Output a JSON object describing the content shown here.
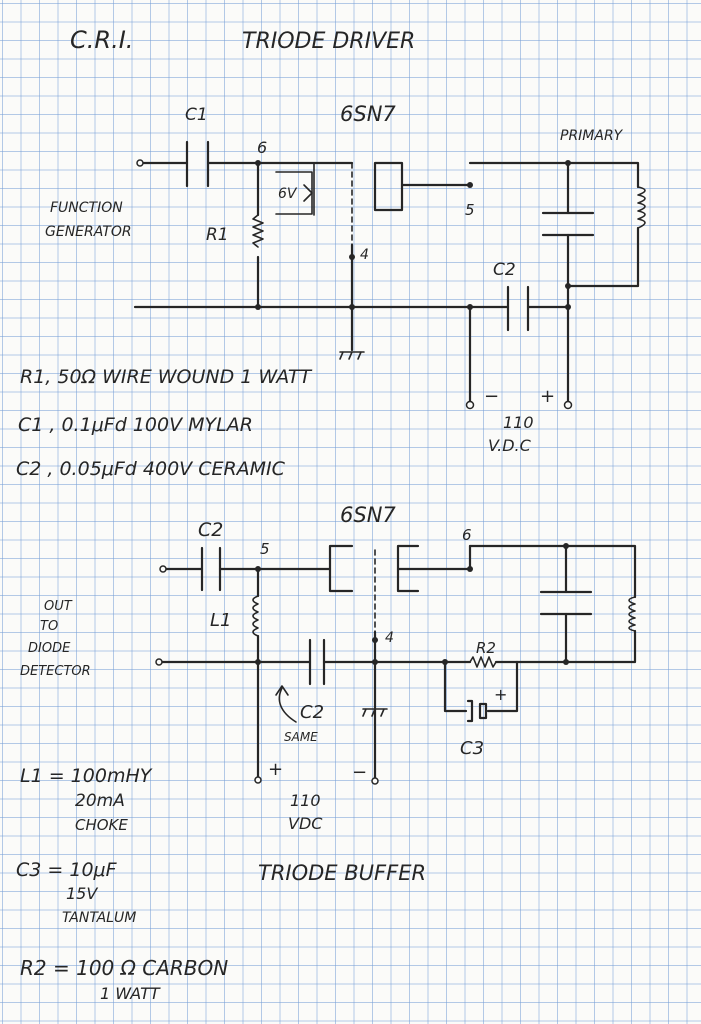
{
  "page": {
    "title_left": "C.R.I.",
    "title_right": "TRIODE DRIVER"
  },
  "driver": {
    "tube": "6SN7",
    "cap1": "C1",
    "cap2": "C2",
    "res1": "R1",
    "pin_grid": "6",
    "pin_plate": "5",
    "pin_cathode": "4",
    "heater": "6V",
    "primary": "PRIMARY",
    "source": [
      "FUNCTION",
      "GENERATOR"
    ],
    "minus": "−",
    "plus": "+",
    "supply": [
      "110",
      "V.D.C"
    ]
  },
  "driver_parts": [
    "R1, 50Ω WIRE WOUND 1 WATT",
    "C1 , 0.1μFd 100V MYLAR",
    "C2 , 0.05μFd 400V CERAMIC"
  ],
  "buffer": {
    "tube": "6SN7",
    "cap_in": "C2",
    "pin_grid": "5",
    "pin_plate": "6",
    "pin_cathode": "4",
    "inductor": "L1",
    "res2": "R2",
    "cap3": "C3",
    "cap_bypass": "C2",
    "same": "SAME",
    "output": [
      "OUT",
      "TO",
      "DIODE",
      "DETECTOR"
    ],
    "plus": "+",
    "minus": "−",
    "cap3_plus": "+",
    "supply": [
      "110",
      "VDC"
    ],
    "title": "TRIODE BUFFER"
  },
  "buffer_parts": {
    "l1": [
      "L1 = 100mHY",
      "20mA",
      "CHOKE"
    ],
    "c3": [
      "C3 = 10μF",
      "15V",
      "TANTALUM"
    ],
    "r2": [
      "R2 = 100 Ω CARBON",
      "1 WATT"
    ]
  }
}
